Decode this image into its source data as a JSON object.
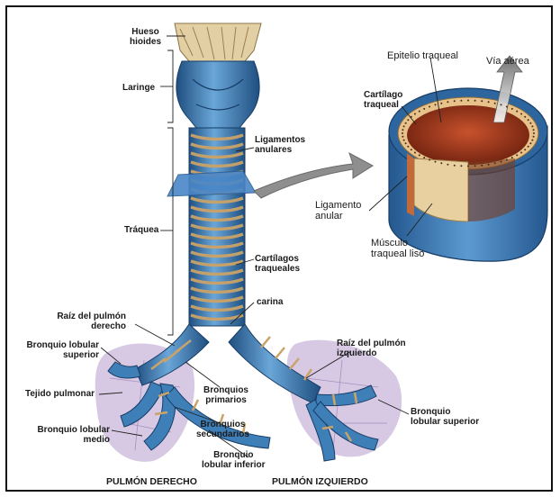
{
  "labels": {
    "hueso_hioides": "Hueso\nhioides",
    "laringe": "Laringe",
    "ligamentos_anulares": "Ligamentos\nanulares",
    "traquea": "Tráquea",
    "cartilagos_traqueales": "Cartílagos\ntraqueales",
    "carina": "carina",
    "raiz_derecho": "Raíz del pulmón\nderecho",
    "raiz_izquierdo": "Raíz del pulmón\nizquierdo",
    "bronquio_lobular_superior_der": "Bronquio lobular\nsuperior",
    "tejido_pulmonar": "Tejido pulmonar",
    "bronquio_lobular_medio": "Bronquio lobular\nmedio",
    "bronquios_primarios": "Bronquios\nprimarios",
    "bronquios_secundarios": "Bronquios\nsecundarios",
    "bronquio_lobular_inferior": "Bronquio\nlobular inferior",
    "bronquio_lobular_superior_izq": "Bronquio\nlobular superior",
    "pulmon_derecho": "PULMÓN DERECHO",
    "pulmon_izquierdo": "PULMÓN IZQUIERDO",
    "epitelio_traqueal": "Epitelio traqueal",
    "via_aerea": "Vía aérea",
    "cartilago_traqueal": "Cartílago\ntraqueal",
    "ligamento_anular": "Ligamento\nanular",
    "musculo_traqueal_liso": "Músculo\ntraqueal liso"
  },
  "colors": {
    "cartilage_blue": "#3f7fb8",
    "ring_tan": "#c9a36a",
    "lung_tissue": "#c9b6d9",
    "bone": "#e2cfa3",
    "lumen": "#8b2e17"
  }
}
